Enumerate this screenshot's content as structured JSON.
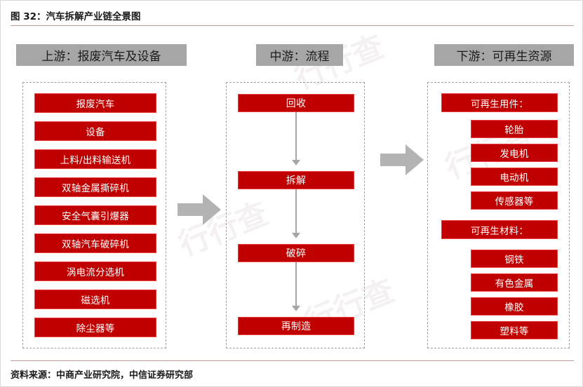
{
  "figure": {
    "title": "图 32：汽车拆解产业链全景图",
    "source": "资料来源：中商产业研究院，中信证券研究部"
  },
  "colors": {
    "box_red": "#C00000",
    "box_border_red": "#E8403A",
    "header_gray": "#A6A6A6",
    "arrow_gray": "#B3B3B3",
    "dashed_gray": "#9E9E9E",
    "rule_red": "#C99A9A"
  },
  "stages": {
    "upstream": {
      "header": "上游：报废汽车及设备",
      "items": [
        {
          "label": "报废汽车"
        },
        {
          "label": "设备"
        },
        {
          "label": "上料/出料输送机"
        },
        {
          "label": "双轴金属撕碎机"
        },
        {
          "label": "安全气囊引爆器"
        },
        {
          "label": "双轴汽车破碎机"
        },
        {
          "label": "涡电流分选机"
        },
        {
          "label": "磁选机"
        },
        {
          "label": "除尘器等"
        }
      ]
    },
    "midstream": {
      "header": "中游：流程",
      "items": [
        {
          "label": "回收"
        },
        {
          "label": "拆解"
        },
        {
          "label": "破碎"
        },
        {
          "label": "再制造"
        }
      ]
    },
    "downstream": {
      "header": "下游：可再生资源",
      "groups": [
        {
          "label": "可再生用件：",
          "items": [
            {
              "label": "轮胎"
            },
            {
              "label": "发电机"
            },
            {
              "label": "电动机"
            },
            {
              "label": "传感器等"
            }
          ]
        },
        {
          "label": "可再生材料：",
          "items": [
            {
              "label": "钢铁"
            },
            {
              "label": "有色金属"
            },
            {
              "label": "橡胶"
            },
            {
              "label": "塑料等"
            }
          ]
        }
      ]
    }
  },
  "connectors": {
    "upstream_to_midstream": "right-block-arrow",
    "midstream_to_downstream": "right-block-arrow",
    "flow_step": "down-arrow"
  },
  "watermark": {
    "text": "行行查"
  }
}
